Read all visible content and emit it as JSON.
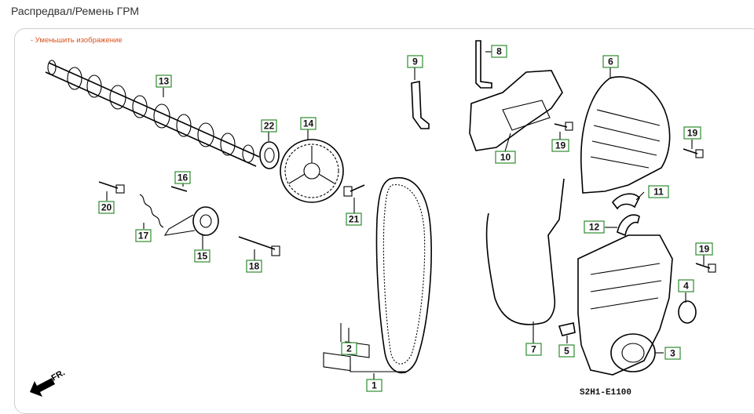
{
  "page": {
    "title": "Распредвал/Ремень ГРМ"
  },
  "actions": {
    "shrink_label": "- Уменьшить изображение"
  },
  "diagram": {
    "code": "S2H1-E1100",
    "direction_label": "FR.",
    "callouts": [
      {
        "id": "c1",
        "label": "1"
      },
      {
        "id": "c2",
        "label": "2"
      },
      {
        "id": "c3",
        "label": "3"
      },
      {
        "id": "c4",
        "label": "4"
      },
      {
        "id": "c5",
        "label": "5"
      },
      {
        "id": "c6",
        "label": "6"
      },
      {
        "id": "c7",
        "label": "7"
      },
      {
        "id": "c8",
        "label": "8"
      },
      {
        "id": "c9",
        "label": "9"
      },
      {
        "id": "c10",
        "label": "10"
      },
      {
        "id": "c11",
        "label": "11"
      },
      {
        "id": "c12",
        "label": "12"
      },
      {
        "id": "c13",
        "label": "13"
      },
      {
        "id": "c14",
        "label": "14"
      },
      {
        "id": "c15",
        "label": "15"
      },
      {
        "id": "c16",
        "label": "16"
      },
      {
        "id": "c17",
        "label": "17"
      },
      {
        "id": "c18",
        "label": "18"
      },
      {
        "id": "c19a",
        "label": "19"
      },
      {
        "id": "c19b",
        "label": "19"
      },
      {
        "id": "c19c",
        "label": "19"
      },
      {
        "id": "c20",
        "label": "20"
      },
      {
        "id": "c21",
        "label": "21"
      },
      {
        "id": "c22",
        "label": "22"
      }
    ]
  }
}
